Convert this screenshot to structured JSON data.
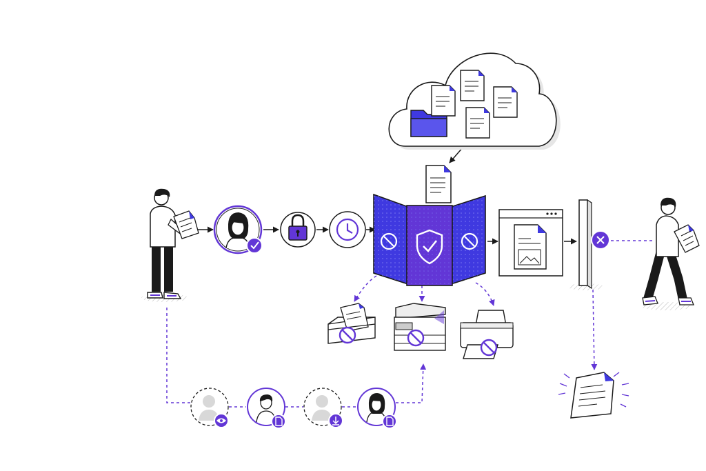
{
  "diagram": {
    "type": "secure document flow illustration",
    "nodes": [
      {
        "id": "sender",
        "name": "sender-person",
        "icon": "person-holding-document-icon"
      },
      {
        "id": "verified-user",
        "name": "verified-user-node",
        "icon": "user-check-icon"
      },
      {
        "id": "lock",
        "name": "lock-node",
        "icon": "lock-icon"
      },
      {
        "id": "clock",
        "name": "time-limit-node",
        "icon": "clock-icon"
      },
      {
        "id": "cloud",
        "name": "cloud-storage",
        "icon": "cloud-folder-documents-icon"
      },
      {
        "id": "shield-panel",
        "name": "protection-panel",
        "icon": "shield-check-icon"
      },
      {
        "id": "viewer",
        "name": "protected-viewer-window",
        "icon": "document-window-icon"
      },
      {
        "id": "barrier",
        "name": "access-barrier",
        "icon": "blocked-x-icon"
      },
      {
        "id": "receiver",
        "name": "receiver-person",
        "icon": "person-walking-document-icon"
      },
      {
        "id": "leaked-doc",
        "name": "blocked-document",
        "icon": "document-icon"
      },
      {
        "id": "device-tray",
        "name": "blocked-tray",
        "icon": "tray-blocked-icon"
      },
      {
        "id": "device-copier",
        "name": "blocked-copier",
        "icon": "copier-blocked-icon"
      },
      {
        "id": "device-printer",
        "name": "blocked-printer",
        "icon": "printer-blocked-icon"
      },
      {
        "id": "audit-1",
        "name": "audit-view-ghost",
        "icon": "eye-icon"
      },
      {
        "id": "audit-2",
        "name": "audit-man-document",
        "icon": "document-icon"
      },
      {
        "id": "audit-3",
        "name": "audit-download-ghost",
        "icon": "download-icon"
      },
      {
        "id": "audit-4",
        "name": "audit-woman-document",
        "icon": "document-icon"
      }
    ],
    "colors": {
      "accent": "#6236d6",
      "panel": "#3f39e0",
      "ink": "#1a1a1a",
      "muted": "#9e9e9e",
      "panel_dark": "#2e27b8",
      "light_fill": "#eeeeee"
    }
  }
}
